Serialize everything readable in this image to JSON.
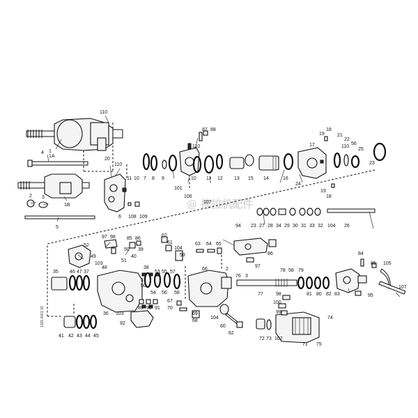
{
  "diagram": {
    "side_ref": "1265 0061 33",
    "watermark": "@ 拖拉机配件",
    "labels": {
      "l110a": "110",
      "l1": "1",
      "l1A": "1A",
      "l4": "4",
      "l2": "2",
      "l3": "3",
      "l1B": "1B",
      "l5": "5",
      "l20": "20",
      "l110b": "110",
      "l6": "6",
      "l108": "108",
      "l109": "109",
      "l87": "87",
      "l88": "88",
      "l110c": "110",
      "l11": "11",
      "l10a": "10",
      "l7": "7",
      "l8": "8",
      "l9": "9",
      "l101": "101",
      "l10b": "10",
      "l11b": "11",
      "l12": "12",
      "l13": "13",
      "l15": "15",
      "l14": "14",
      "l106": "106",
      "l107a": "107",
      "l16": "16",
      "l24": "24",
      "l17": "17",
      "l19a": "19",
      "l18a": "18",
      "l21": "21",
      "l22": "22",
      "l110d": "110",
      "l56": "56",
      "l25": "25",
      "l23a": "23",
      "l19b": "19",
      "l18b": "18",
      "l23b": "23",
      "l27": "27",
      "l28": "28",
      "l34": "34",
      "l29": "29",
      "l30": "30",
      "l31": "31",
      "l33": "33",
      "l32": "32",
      "l104a": "104",
      "l26": "26",
      "l94": "94",
      "l86a": "86",
      "l97a": "97",
      "l98": "98",
      "l85a": "85",
      "l86b": "86",
      "l52": "52",
      "l50a": "50",
      "l39": "39",
      "l62a": "62",
      "l61": "61",
      "l104b": "104",
      "l59": "59",
      "l63": "63",
      "l64": "64",
      "l65": "65",
      "l49": "49",
      "l103a": "103",
      "l48": "48",
      "l51": "51",
      "l40": "40",
      "l66": "66",
      "l97b": "97",
      "l84": "84",
      "l85b": "85",
      "l105": "105",
      "l35": "35",
      "l46": "46",
      "l47": "47",
      "l37a": "37",
      "l38": "38",
      "l53": "53",
      "l55": "55",
      "l57": "57",
      "l2b": "2",
      "l76": "76",
      "l3b": "3",
      "l78": "78",
      "l58": "58",
      "l79": "79",
      "l37b": "37",
      "l54": "54",
      "l56b": "56",
      "l50b": "50",
      "l58b": "58",
      "l77": "77",
      "l81": "81",
      "l80": "80",
      "l82": "82",
      "l83": "83",
      "l107b": "107",
      "l95": "95",
      "l98b": "98",
      "l100": "100",
      "l36": "36",
      "l103b": "103",
      "l89": "89",
      "l90": "90",
      "l91": "91",
      "l67": "67",
      "l70": "70",
      "l69": "69",
      "l68": "68",
      "l104c": "104",
      "l60": "60",
      "l99": "99",
      "l74": "74",
      "l92": "92",
      "l62b": "62",
      "l72": "72",
      "l73": "73",
      "l102": "102",
      "l71": "71",
      "l75": "75",
      "l41": "41",
      "l42": "42",
      "l43": "43",
      "l44": "44",
      "l45": "45"
    }
  }
}
